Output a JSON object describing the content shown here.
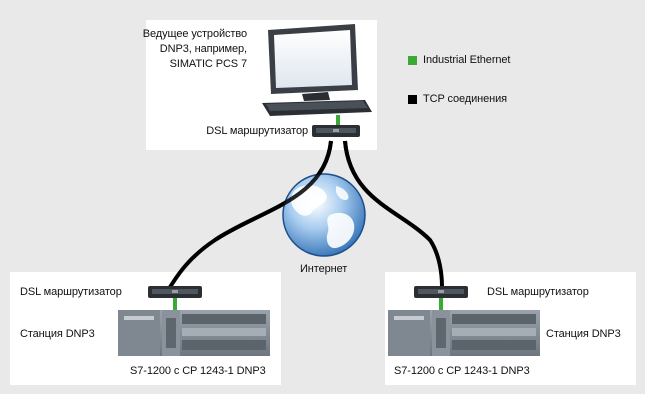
{
  "master": {
    "line1": "Ведущее устройство",
    "line2": "DNP3, например,",
    "line3": "SIMATIC PCS 7",
    "router_label": "DSL маршрутизатор"
  },
  "legend": {
    "items": [
      {
        "label": "Industrial Ethernet",
        "color": "#3aaa35"
      },
      {
        "label": "TCP соединения",
        "color": "#000000"
      }
    ]
  },
  "internet": {
    "label": "Интернет"
  },
  "station_left": {
    "router_label": "DSL маршрутизатор",
    "station_label": "Станция DNP3",
    "device_label": "S7-1200 с CP 1243-1 DNP3"
  },
  "station_right": {
    "router_label": "DSL маршрутизатор",
    "station_label": "Станция DNP3",
    "device_label": "S7-1200 с CP 1243-1 DNP3"
  },
  "colors": {
    "industrial_ethernet": "#3aaa35",
    "tcp": "#000000",
    "panel": "#ffffff",
    "background": "#e9e9e9",
    "globe": "#3b7fc4"
  }
}
